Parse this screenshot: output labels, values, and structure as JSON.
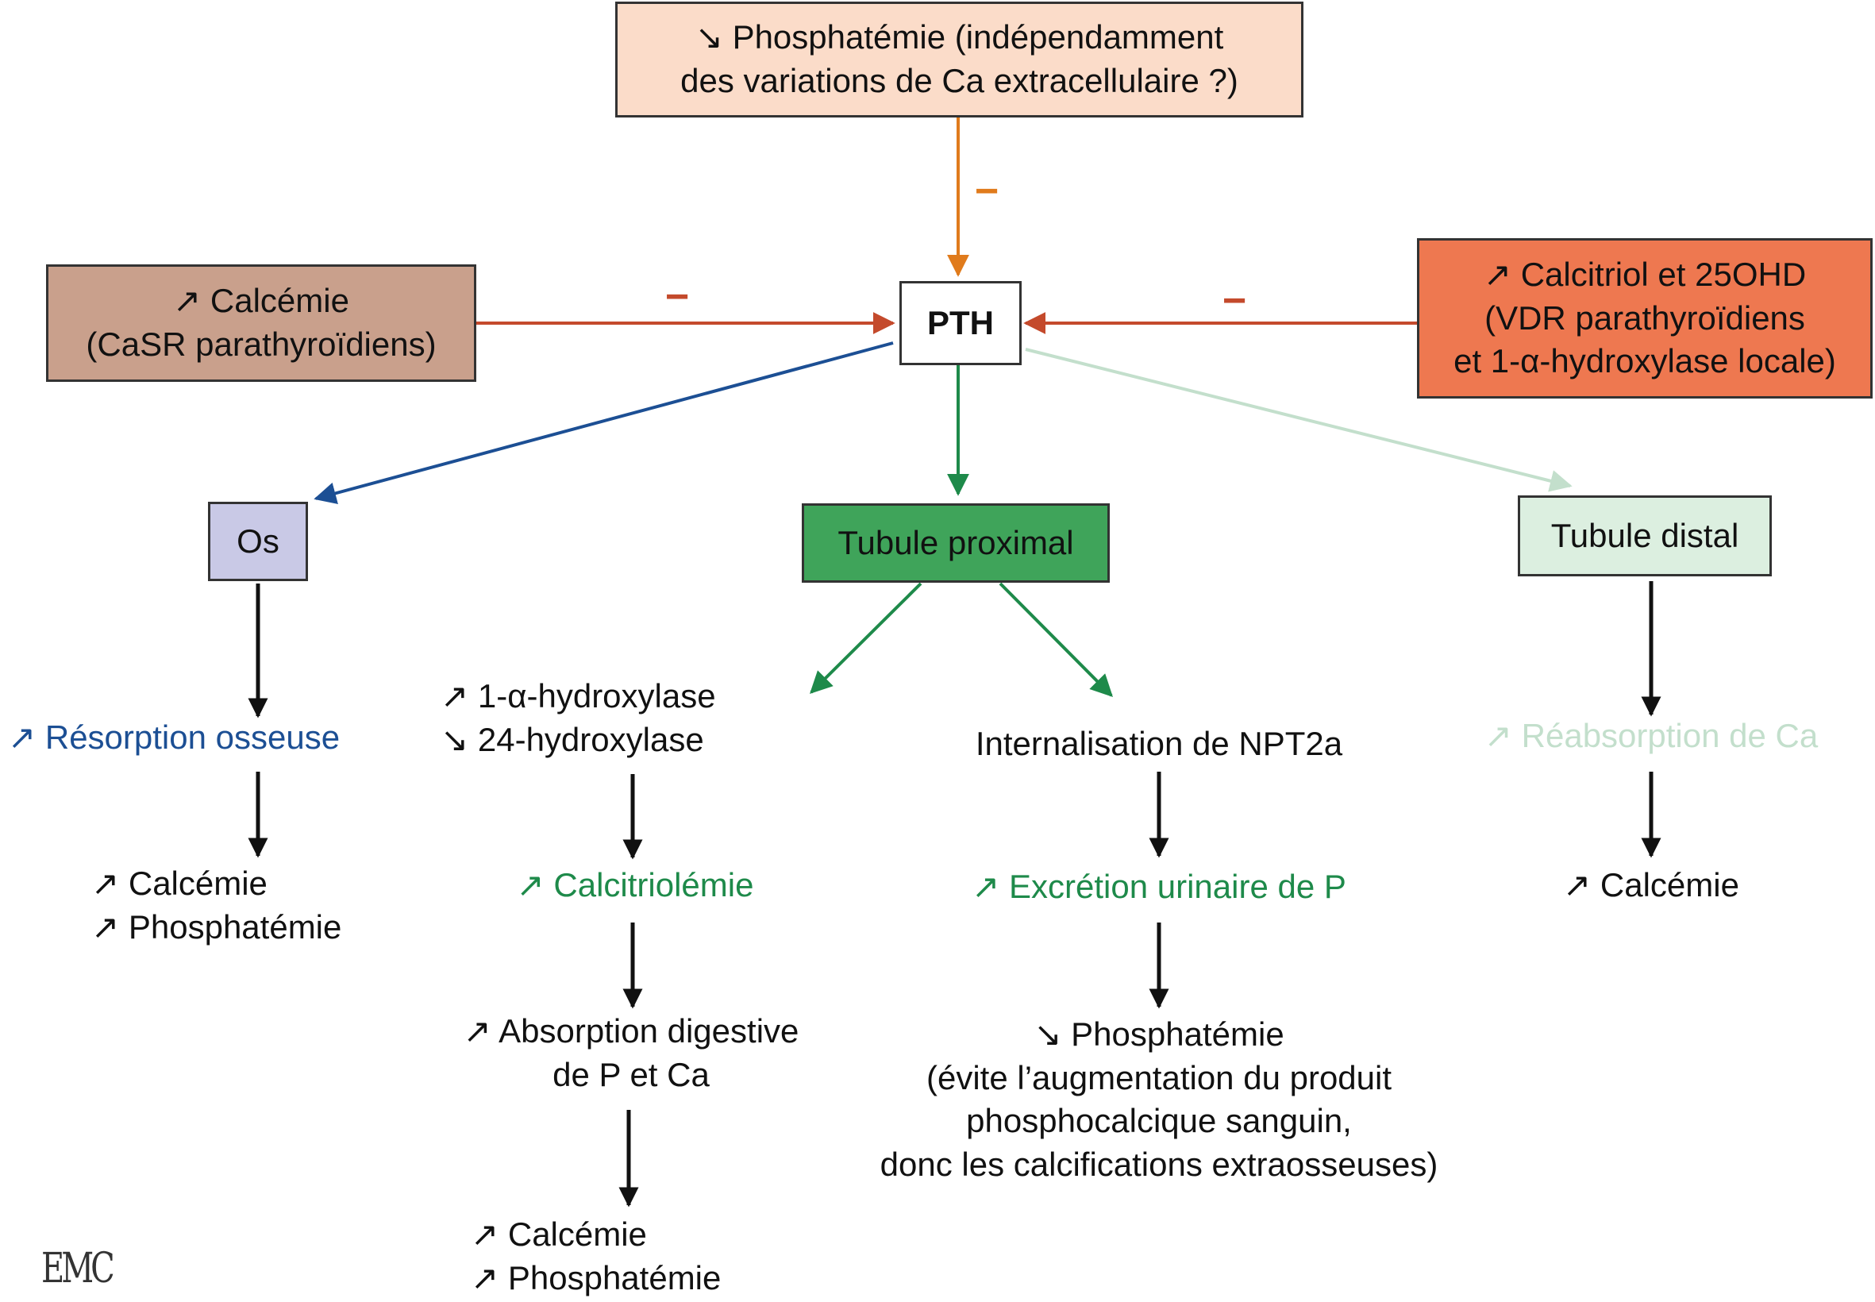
{
  "top_box": {
    "lines": [
      "↘ Phosphatémie (indépendamment",
      "des variations de Ca extracellulaire ?)"
    ],
    "fill": "#fbdcc9"
  },
  "left_box": {
    "lines": [
      "↗ Calcémie",
      "(CaSR parathyroïdiens)"
    ],
    "fill": "#c9a08c"
  },
  "right_box": {
    "lines": [
      "↗ Calcitriol et 25OHD",
      "(VDR parathyroïdiens",
      "et 1-α-hydroxylase locale)"
    ],
    "fill": "#ee7850"
  },
  "center_box": {
    "label": "PTH"
  },
  "minus_signs": {
    "top": "−",
    "left": "−",
    "right": "−"
  },
  "targets": {
    "os": {
      "label": "Os",
      "fill": "#c9c9e6"
    },
    "tubule_proximal": {
      "label": "Tubule proximal",
      "fill": "#3fa45a"
    },
    "tubule_distal": {
      "label": "Tubule distal",
      "fill": "#dcefe0"
    }
  },
  "os_column": {
    "effect": "↗ Résorption osseuse",
    "result": [
      "↗ Calcémie",
      "↗ Phosphatémie"
    ]
  },
  "proximal_left_column": {
    "enzymes": [
      "↗ 1-α-hydroxylase",
      "↘ 24-hydroxylase"
    ],
    "step2": "↗ Calcitriolémie",
    "step3": [
      "↗ Absorption digestive",
      "de P et Ca"
    ],
    "result": [
      "↗ Calcémie",
      "↗ Phosphatémie"
    ]
  },
  "proximal_right_column": {
    "step1": "Internalisation de NPT2a",
    "step2": "↗ Excrétion urinaire de P",
    "result": [
      "↘ Phosphatémie",
      "(évite l’augmentation du produit",
      "phosphocalcique sanguin,",
      "donc les calcifications extraosseuses)"
    ]
  },
  "distal_column": {
    "effect": "↗ Réabsorption de Ca",
    "result": "↗ Calcémie"
  },
  "logo": "EMC",
  "colors": {
    "orange_arrow": "#e07b1c",
    "red_arrow": "#c44a2c",
    "blue": "#1c4f94",
    "green": "#1e8a4a",
    "pale_green": "#c3dfcc",
    "black": "#111111"
  }
}
